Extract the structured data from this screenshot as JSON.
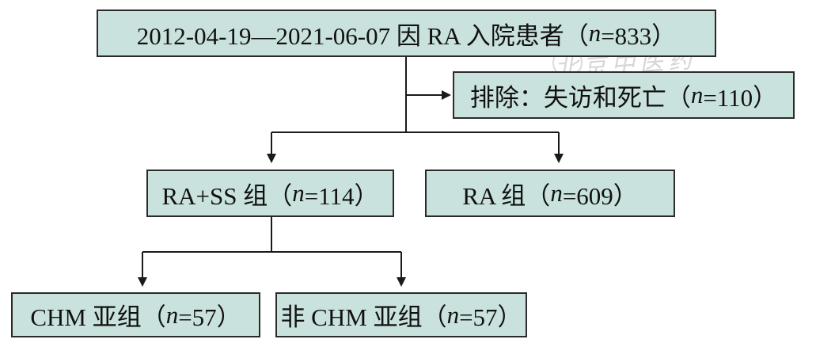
{
  "nodes": {
    "root": {
      "prefix": "2012-04-19—2021-06-07 因 RA 入院患者（",
      "n": "n",
      "suffix": "=833）"
    },
    "exclude": {
      "prefix": "排除：失访和死亡（",
      "n": "n",
      "suffix": "=110）"
    },
    "ra_ss": {
      "prefix": "RA+SS 组（",
      "n": "n",
      "suffix": "=114）"
    },
    "ra": {
      "prefix": "RA 组（",
      "n": "n",
      "suffix": "=609）"
    },
    "chm": {
      "prefix": "CHM 亚组（",
      "n": "n",
      "suffix": "=57）"
    },
    "non_chm": {
      "prefix": "非 CHM 亚组（",
      "n": "n",
      "suffix": "=57）"
    }
  },
  "watermark": {
    "text": "北京中医药"
  },
  "colors": {
    "box_fill": "#c9e2dd",
    "border": "#2b2b2b"
  }
}
